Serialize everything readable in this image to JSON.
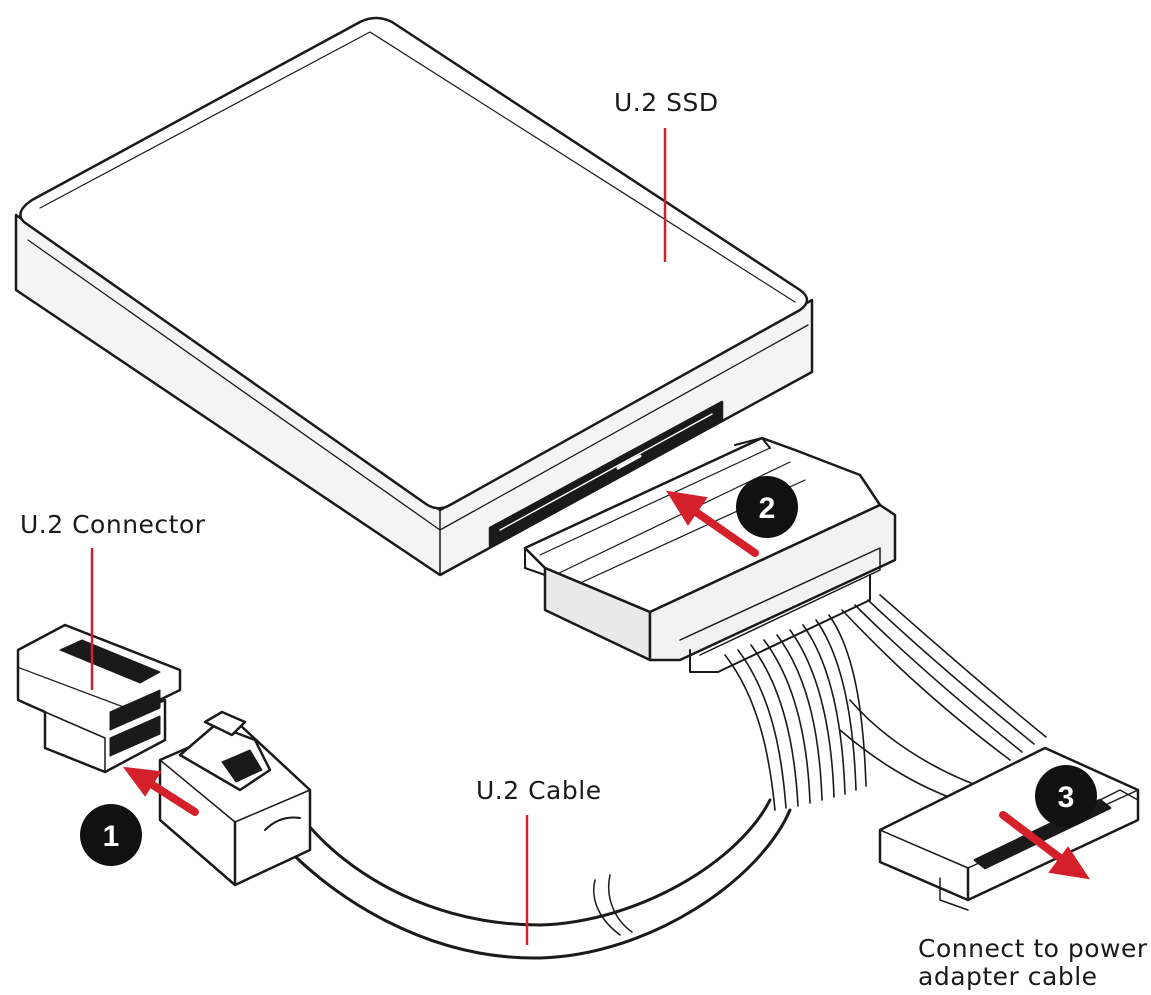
{
  "labels": {
    "ssd": "U.2 SSD",
    "connector": "U.2 Connector",
    "cable": "U.2 Cable",
    "power_line1": "Connect to power",
    "power_line2": "adapter cable"
  },
  "steps": [
    "1",
    "2",
    "3"
  ],
  "colors": {
    "accent": "#d4202a",
    "line": "#1a1a1a",
    "fill": "#ffffff",
    "shade": "#e6e6e6",
    "badge": "#111111"
  }
}
